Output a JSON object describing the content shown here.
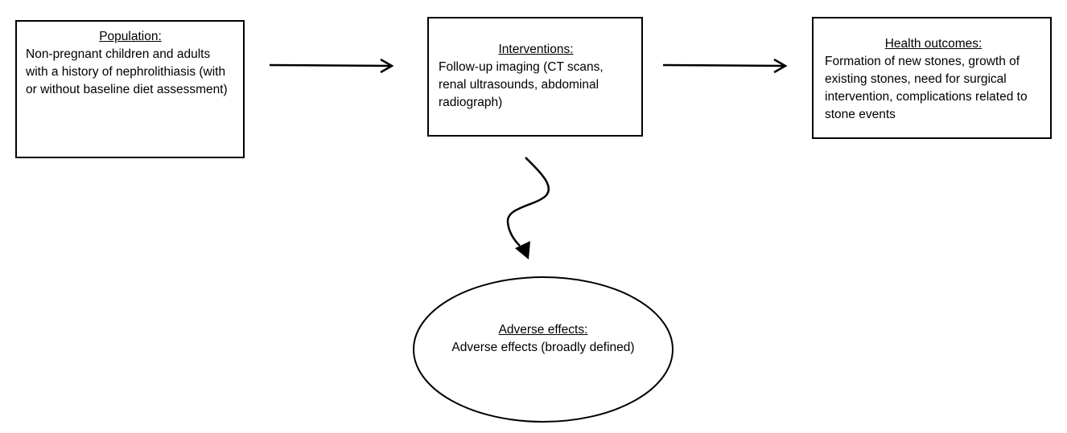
{
  "diagram": {
    "nodes": [
      {
        "id": "population",
        "shape": "rectangle",
        "title": "Population:",
        "text": "Non-pregnant children and adults with a history of nephrolithiasis (with or without baseline diet assessment)"
      },
      {
        "id": "interventions",
        "shape": "rectangle",
        "title": "Interventions:",
        "text": "Follow-up imaging (CT scans, renal ultrasounds, abdominal radiograph)"
      },
      {
        "id": "health_outcomes",
        "shape": "rectangle",
        "title": "Health outcomes:",
        "text": "Formation of new stones, growth of existing stones, need for surgical intervention, complications related to stone events"
      },
      {
        "id": "adverse_effects",
        "shape": "ellipse",
        "title": "Adverse effects:",
        "text": "Adverse effects (broadly defined)"
      }
    ],
    "edges": [
      {
        "from": "population",
        "to": "interventions",
        "style": "straight-arrow"
      },
      {
        "from": "interventions",
        "to": "health_outcomes",
        "style": "straight-arrow"
      },
      {
        "from": "interventions",
        "to": "adverse_effects",
        "style": "wavy-arrow"
      }
    ],
    "colors": {
      "stroke": "#000000",
      "background": "#ffffff"
    }
  }
}
